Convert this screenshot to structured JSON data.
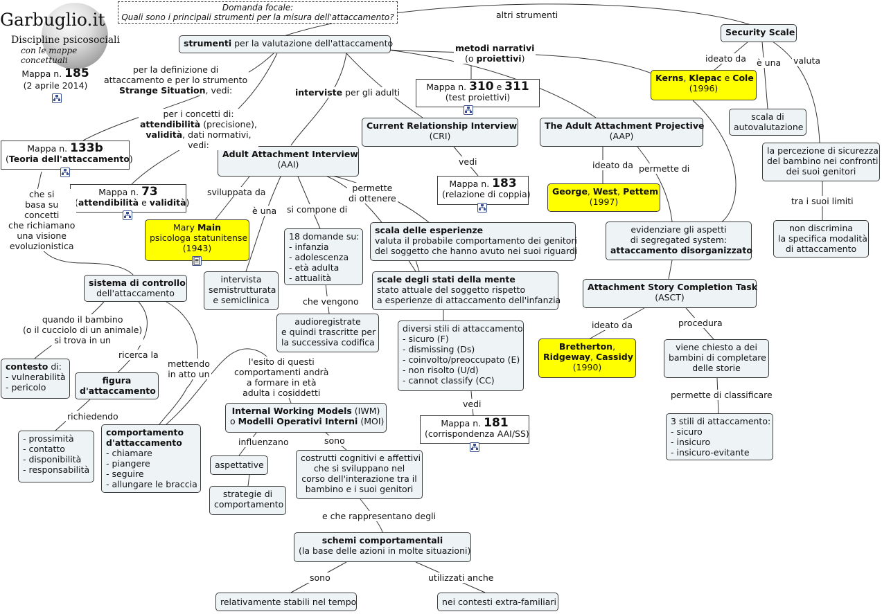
{
  "header": {
    "logo_title": "Garbuglio.it",
    "logo_subtitle": "Discipline psicosociali",
    "logo_tagline": "con le mappe concettuali",
    "map_prefix": "Mappa n.",
    "map_number": "185",
    "map_date": "(2 aprile 2014)",
    "focal_label": "Domanda focale:",
    "focal_question": "Quali sono i principali strumenti per la misura dell'attaccamento?"
  },
  "nodes": {
    "strumenti": {
      "bold": "strumenti",
      "text": " per la valutazione dell'attaccamento"
    },
    "security_scale": {
      "bold": "Security Scale"
    },
    "kerns": {
      "a": "Kerns",
      "sep1": ", ",
      "b": "Klepac",
      "sep2": " e ",
      "c": "Cole",
      "year": "(1996)"
    },
    "scala_auto": {
      "line1": "scala di",
      "line2": "autovalutazione"
    },
    "percezione": {
      "line1": "la percezione di sicurezza",
      "line2": "del bambino nei confronti",
      "line3": "dei suoi genitori"
    },
    "non_discrimina": {
      "line1": "non discrimina",
      "line2": "la specifica modalità",
      "line3": "di attaccamento"
    },
    "mappa310": {
      "prefix": "Mappa n. ",
      "n1": "310",
      "mid": " e ",
      "n2": "311",
      "sub": "(test proiettivi)"
    },
    "cri": {
      "bold": "Current Relationship Interview",
      "sub": "(CRI)"
    },
    "aap": {
      "bold": "The Adult Attachment Projective",
      "sub": "(AAP)"
    },
    "mappa183": {
      "prefix": "Mappa n. ",
      "num": "183",
      "sub": "(relazione di coppia)"
    },
    "george": {
      "a": "George",
      "sep1": ", ",
      "b": "West",
      "sep2": ", ",
      "c": "Pettem",
      "year": "(1997)"
    },
    "segregated": {
      "line1": "evidenziare gli aspetti",
      "line2": "di segregated system:",
      "line3": "attaccamento disorganizzato"
    },
    "asct": {
      "bold": "Attachment Story Completion Task",
      "sub": "(ASCT)"
    },
    "bretherton": {
      "line1a": "Bretherton",
      "line1b": ",",
      "line2a": "Ridgeway",
      "line2b": ", ",
      "line2c": "Cassidy",
      "year": "(1990)"
    },
    "viene_chiesto": {
      "line1": "viene chiesto a dei",
      "line2": "bambini di completare",
      "line3": "delle storie"
    },
    "tre_stili": {
      "title": "3 stili di attaccamento:",
      "items": [
        "- sicuro",
        "- insicuro",
        "- insicuro-evitante"
      ]
    },
    "mappa133": {
      "prefix": "Mappa n. ",
      "num": "133b",
      "sub_open": "(",
      "sub_bold": "Teoria dell'attaccamento",
      "sub_close": ")"
    },
    "mappa73": {
      "prefix": "Mappa n. ",
      "num": "73",
      "open": "(",
      "a": "attendibilità",
      "mid": " e ",
      "b": "validità",
      "close": ")"
    },
    "aai": {
      "bold": "Adult Attachment Interview",
      "sub": "(AAI)"
    },
    "main": {
      "pre": "Mary ",
      "bold": "Main",
      "line2": "psicologa statunitense",
      "year": "(1943)"
    },
    "intervista": {
      "line1": "intervista",
      "line2": "semistrutturata",
      "line3": "e semiclinica"
    },
    "domande": {
      "title": "18 domande su:",
      "items": [
        "- infanzia",
        "- adolescenza",
        "- età adulta",
        "- attualità"
      ]
    },
    "audio": {
      "line1": "audioregistrate",
      "line2": "e quindi trascritte per",
      "line3": "la successiva codifica"
    },
    "scala_esperienze": {
      "bold": "scala delle esperienze",
      "line2": "valuta il probabile comportamento dei genitori",
      "line3": "del soggetto che hanno avuto nei suoi riguardi"
    },
    "scala_stati": {
      "bold": "scale degli stati della mente",
      "line2": "stato attuale del soggetto rispetto",
      "line3": "a esperienze di attaccamento dell'infanzia"
    },
    "stili": {
      "title": "diversi stili di attaccamento",
      "items": [
        "- sicuro (F)",
        "- dismissing (Ds)",
        "- coinvolto/preoccupato (E)",
        "- non risolto (U/d)",
        "- cannot classify (CC)"
      ]
    },
    "mappa181": {
      "prefix": "Mappa n. ",
      "num": "181",
      "sub": "(corrispondenza AAI/SS)"
    },
    "sistema": {
      "bold": "sistema di controllo",
      "sub": "dell'attaccamento"
    },
    "contesto": {
      "bold": "contesto",
      "rest": " di:",
      "items": [
        "- vulnerabilità",
        "- pericolo"
      ]
    },
    "figura": {
      "line1": "figura",
      "line2": "d'attaccamento"
    },
    "prossimita": {
      "items": [
        "- prossimità",
        "- contatto",
        "- disponibilità",
        "- responsabilità"
      ]
    },
    "comportamento": {
      "bold1": "comportamento",
      "bold2": "d'attaccamento",
      "items": [
        "- chiamare",
        "- piangere",
        "- seguire",
        "- allungare le braccia"
      ]
    },
    "iwm": {
      "bold1": "Internal Working Models",
      "rest1": " (IWM)",
      "pre2": "o ",
      "bold2": "Modelli Operativi Interni",
      "rest2": " (MOI)"
    },
    "aspettative": {
      "text": "aspettative"
    },
    "strategie": {
      "line1": "strategie di",
      "line2": "comportamento"
    },
    "costrutti": {
      "line1": "costrutti cognitivi e affettivi",
      "line2": "che si sviluppano nel",
      "line3": "corso dell'interazione tra il",
      "line4": "bambino e i suoi genitori"
    },
    "schemi": {
      "bold": "schemi comportamentali",
      "sub": "(la base delle azioni in molte situazioni)"
    },
    "stabili": {
      "text": "relativamente stabili nel tempo"
    },
    "contesti": {
      "text": "nei contesti extra-familiari"
    }
  },
  "links": {
    "altri_strumenti": "altri strumenti",
    "ideato_da_1": "ideato da",
    "e_una_1": "è una",
    "valuta": "valuta",
    "tra_i_suoi_limiti": "tra i suoi limiti",
    "metodi_bold": "metodi narrativi",
    "metodi_open": "(o ",
    "metodi_bold2": "proiettivi",
    "metodi_close": ")",
    "per_la_def_1": "per la definizione di",
    "per_la_def_2": "attaccamento e per lo strumento",
    "per_la_def_3": "Strange Situation",
    "per_la_def_4": ", vedi:",
    "interviste_bold": "interviste",
    "interviste_rest": " per gli adulti",
    "per_i_concetti_1": "per i concetti di:",
    "per_i_concetti_2a": "attendibilità",
    "per_i_concetti_2b": " (precisione),",
    "per_i_concetti_3a": "validità",
    "per_i_concetti_3b": ", dati normativi,",
    "per_i_concetti_4": "vedi:",
    "vedi_1": "vedi",
    "ideato_da_2": "ideato da",
    "permette_di": "permette di",
    "sviluppata_da": "sviluppata da",
    "e_una_2": "è una",
    "si_compone_di": "si compone di",
    "permette_ottenere_1": "permette",
    "permette_ottenere_2": "di ottenere",
    "che_vengono": "che vengono",
    "ideato_da_3": "ideato da",
    "procedura": "procedura",
    "permette_classificare": "permette di classificare",
    "vedi_2": "vedi",
    "che_si_basa": [
      "che si",
      "basa su",
      "concetti",
      "che richiamano",
      "una visione",
      "evoluzionistica"
    ],
    "quando_bambino": [
      "quando il bambino",
      "(o il cucciolo di un animale)",
      "si trova in un"
    ],
    "ricerca_la": "ricerca la",
    "mettendo": [
      "mettendo",
      "in atto un"
    ],
    "richiedendo": "richiedendo",
    "esito": [
      "l'esito di questi",
      "comportamenti andrà",
      "a formare in età",
      "adulta i cosiddetti"
    ],
    "influenzano": "influenzano",
    "sono_1": "sono",
    "e_che_rappresentano": "e che rappresentano degli",
    "sono_2": "sono",
    "utilizzati_anche": "utilizzati anche"
  }
}
